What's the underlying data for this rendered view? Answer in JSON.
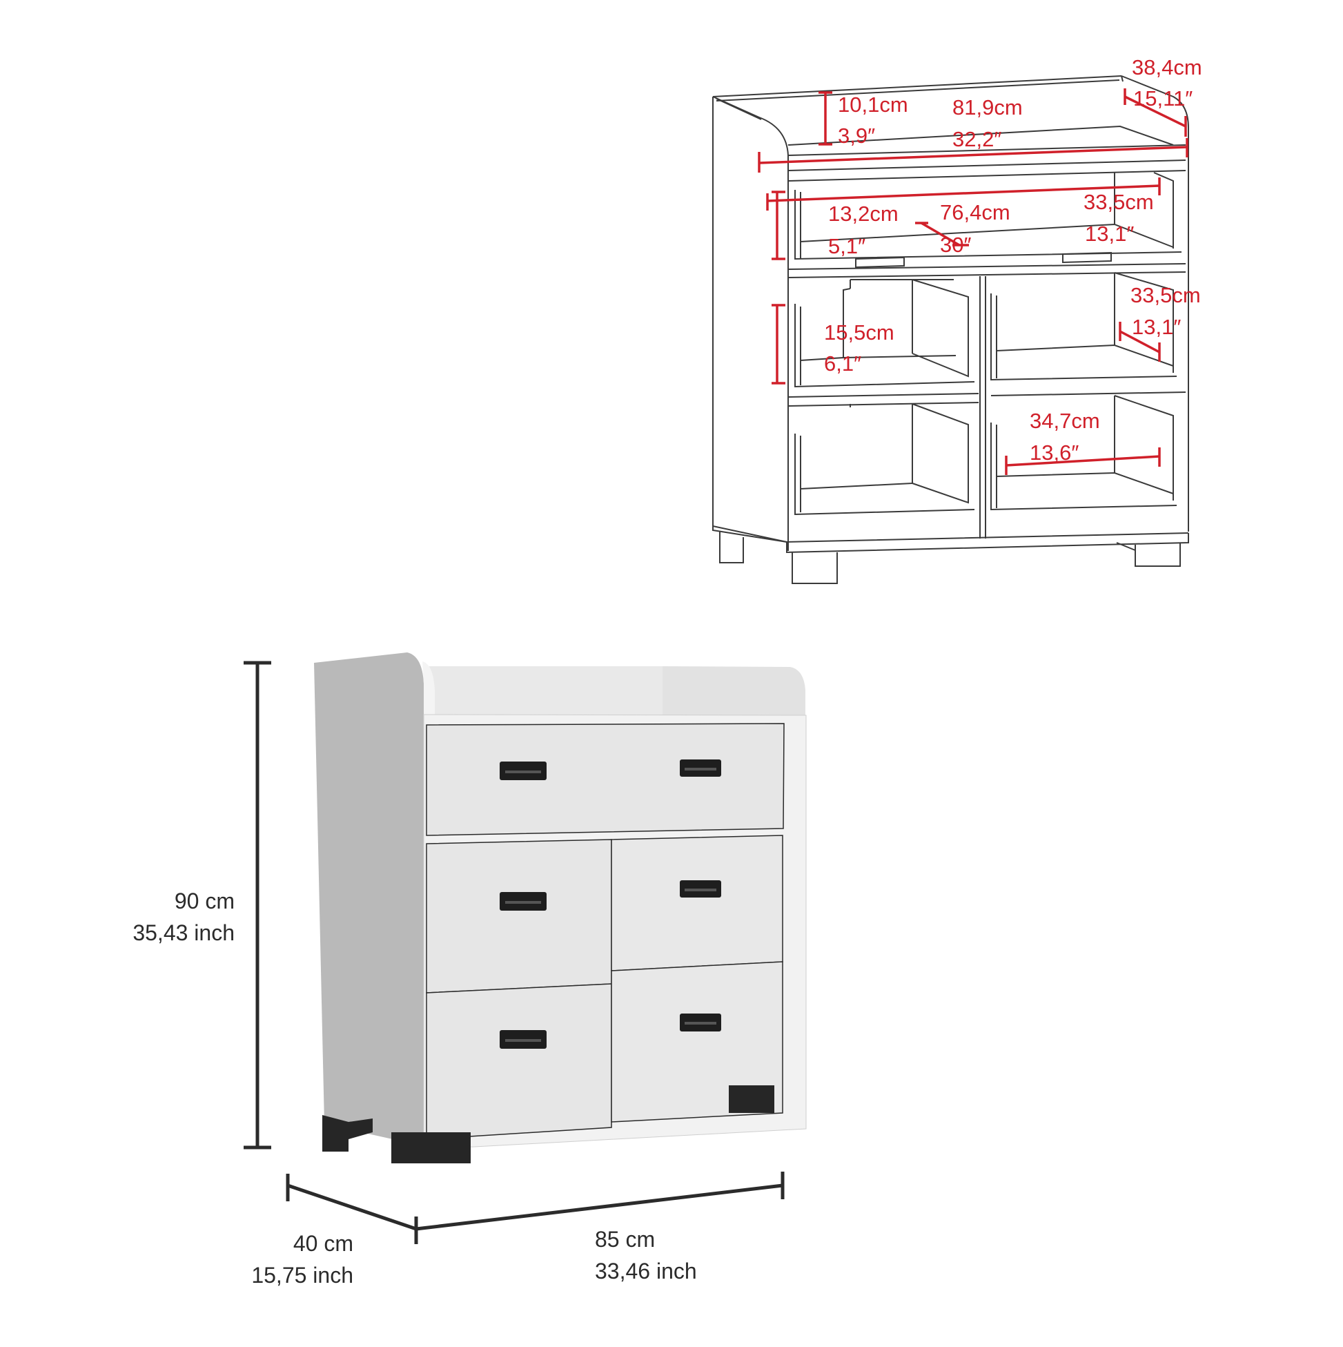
{
  "figure": {
    "type": "product-dimension-sheet",
    "background": "#ffffff",
    "annotation_color": "#d0202a",
    "overall_dimension_color": "#2b2b2b"
  },
  "line_drawing": {
    "description": "Open dresser line drawing with interior dimensions",
    "labels": {
      "backrail_height_cm": "10,1cm",
      "backrail_height_in": "3,9″",
      "top_width_cm": "81,9cm",
      "top_width_in": "32,2″",
      "top_depth_cm": "38,4cm",
      "top_depth_in": "15,11″",
      "top_drawer_height_cm": "13,2cm",
      "top_drawer_height_in": "5,1″",
      "top_drawer_width_cm": "76,4cm",
      "top_drawer_width_in": "30″",
      "top_drawer_depth_cm": "33,5cm",
      "top_drawer_depth_in": "13,1″",
      "small_drawer_height_cm": "15,5cm",
      "small_drawer_height_in": "6,1″",
      "small_drawer_depth_cm": "33,5cm",
      "small_drawer_depth_in": "13,1″",
      "small_drawer_width_cm": "34,7cm",
      "small_drawer_width_in": "13,6″"
    }
  },
  "product_render": {
    "description": "White 5-drawer dresser with changing-top rail and black legs",
    "drawers": [
      {
        "position": "top-wide",
        "handles": 2
      },
      {
        "position": "middle-left",
        "handles": 1
      },
      {
        "position": "middle-right",
        "handles": 1
      },
      {
        "position": "bottom-left",
        "handles": 1
      },
      {
        "position": "bottom-right",
        "handles": 1
      }
    ],
    "colors": {
      "body": "#e6e6e6",
      "side": "#bdbdbd",
      "handle": "#1e1e1e",
      "legs": "#262626"
    }
  },
  "overall_dimensions": {
    "height_cm": "90 cm",
    "height_in": "35,43 inch",
    "depth_cm": "40 cm",
    "depth_in": "15,75 inch",
    "width_cm": "85 cm",
    "width_in": "33,46 inch"
  }
}
